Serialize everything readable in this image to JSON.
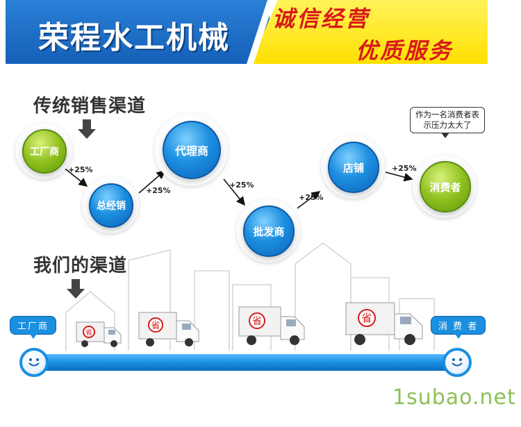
{
  "header": {
    "title": "荣程水工机械",
    "slogan_line1": "诚信经营",
    "slogan_line2": "优质服务"
  },
  "traditional": {
    "title": "传统销售渠道",
    "nodes": {
      "factory": "工厂商",
      "distributor": "总经销",
      "agent": "代理商",
      "wholesaler": "批发商",
      "store": "店铺",
      "consumer": "消费者"
    },
    "markup": "+25%",
    "bubble": "作为一名消费者表示压力太大了"
  },
  "ours": {
    "title": "我们的渠道",
    "start_label": "工厂商",
    "end_label": "消 费 者",
    "truck_badge": "省"
  },
  "watermark": "1subao.net",
  "colors": {
    "header_blue": "#1560b8",
    "header_yellow": "#ffe000",
    "slogan_red": "#d81a1a",
    "node_blue": "#1d8fe0",
    "node_green": "#8fc01e",
    "channel_bar": "#1a8fe0",
    "watermark_green": "#8cc05a"
  }
}
